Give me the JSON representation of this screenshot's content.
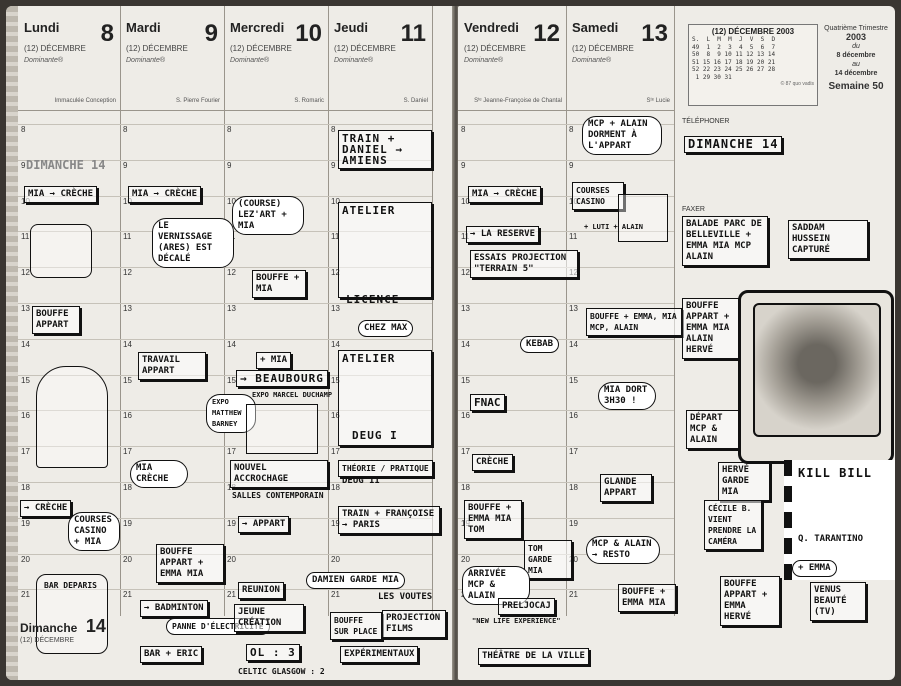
{
  "left_days": [
    {
      "name": "Lundi",
      "num": "8",
      "month": "(12) DÉCEMBRE",
      "dominante": "Dominante®",
      "saint": "Immaculée Conception"
    },
    {
      "name": "Mardi",
      "num": "9",
      "month": "(12) DÉCEMBRE",
      "dominante": "Dominante®",
      "saint": "S. Pierre Fourier"
    },
    {
      "name": "Mercredi",
      "num": "10",
      "month": "(12) DÉCEMBRE",
      "dominante": "Dominante®",
      "saint": "S. Romaric"
    },
    {
      "name": "Jeudi",
      "num": "11",
      "month": "(12) DÉCEMBRE",
      "dominante": "Dominante®",
      "saint": "S. Daniel"
    }
  ],
  "right_days": [
    {
      "name": "Vendredi",
      "num": "12",
      "month": "(12) DÉCEMBRE",
      "dominante": "Dominante®",
      "saint": "Sᵗᵉ Jeanne-Françoise de Chantal"
    },
    {
      "name": "Samedi",
      "num": "13",
      "month": "(12) DÉCEMBRE",
      "dominante": "Dominante®",
      "saint": "Sᵗᵉ Lucie"
    }
  ],
  "hours": [
    "8",
    "9",
    "10",
    "11",
    "12",
    "13",
    "14",
    "15",
    "16",
    "17",
    "18",
    "19",
    "20",
    "21"
  ],
  "dimanche_footer": {
    "name": "Dimanche",
    "num": "14",
    "month": "(12) DÉCEMBRE"
  },
  "mini_calendar": {
    "title": "(12) DÉCEMBRE 2003",
    "rows": [
      "S.  L  M  M  J  V  S  D",
      "49  1  2  3  4  5  6  7",
      "50  8  9 10 11 12 13 14",
      "51 15 16 17 18 19 20 21",
      "52 22 23 24 25 26 27 28",
      " 1 29 30 31"
    ],
    "copyright": "© 87 quo vadis"
  },
  "quarter": {
    "label": "Quatrième Trimestre",
    "year": "2003",
    "du": "du",
    "from": "8 décembre",
    "au": "au",
    "to": "14 décembre",
    "week": "Semaine 50"
  },
  "telephoner": "TÉLÉPHONER",
  "faxer": "FAXER",
  "notes": {
    "mon": [
      "MIA → CRÈCHE",
      "BOUFFE APPART",
      "→ CRÈCHE",
      "COURSES CASINO + MIA",
      "BAR DEPARIS",
      "DIMANCHE 14"
    ],
    "tue": [
      "MIA → CRÈCHE",
      "LE VERNISSAGE (ARES) EST DÉCALÉ",
      "TRAVAIL APPART",
      "MIA CRÈCHE",
      "BOUFFE APPART + EMMA MIA",
      "→ BADMINTON",
      "PANNE D'ÉLECTRICITÉ",
      "BAR + ERIC"
    ],
    "wed": [
      "(COURSE) LEZ'ART + MIA",
      "BOUFFE + MIA",
      "+ MIA",
      "→ BEAUBOURG",
      "EXPO MATTHEW BARNEY",
      "EXPO MARCEL DUCHAMP",
      "NOUVEL ACCROCHAGE",
      "SALLES CONTEMPORAIN",
      "→ APPART",
      "REUNION",
      "JEUNE CRÉATION",
      "OL : 3",
      "CELTIC GLASGOW : 2"
    ],
    "thu": [
      "TRAIN + DANIEL → AMIENS",
      "ATELIER",
      "LICENCE",
      "CHEZ MAX",
      "ATELIER",
      "DEUG I",
      "THÉORIE / PRATIQUE",
      "DEUG II",
      "TRAIN + FRANÇOISE → PARIS",
      "DAMIEN GARDE MIA",
      "LES VOUTES",
      "BOUFFE SUR PLACE",
      "PROJECTION FILMS",
      "EXPÉRIMENTAUX"
    ],
    "fri": [
      "MIA → CRÈCHE",
      "→ LA RESERVE",
      "ESSAIS PROJECTION \"TERRAIN 5\"",
      "KEBAB",
      "FNAC",
      "CRÈCHE",
      "BOUFFE + EMMA MIA TOM",
      "TOM GARDE MIA",
      "ARRIVÉE MCP & ALAIN",
      "PRELJOCAJ",
      "\"NEW LIFE EXPERIENCE\"",
      "THÉÂTRE DE LA VILLE"
    ],
    "sat": [
      "MCP + ALAIN DORMENT À L'APPART",
      "COURSES CASINO",
      "+ LUTI + ALAIN",
      "BOUFFE + EMMA, MIA MCP, ALAIN",
      "MIA DORT 3H30 !",
      "GLANDE APPART",
      "MCP & ALAIN → RESTO",
      "BOUFFE + EMMA MIA"
    ],
    "sun": [
      "DIMANCHE 14",
      "BALADE PARC DE BELLEVILLE + EMMA MIA MCP ALAIN",
      "SADDAM HUSSEIN CAPTURÉ",
      "BOUFFE APPART + EMMA MIA ALAIN HERVÉ",
      "DÉPART MCP & ALAIN",
      "HERVÉ GARDE MIA",
      "CÉCILE B. VIENT PRENDRE LA CAMÉRA",
      "KILL BILL",
      "Q. TARANTINO",
      "+ EMMA",
      "BOUFFE APPART + EMMA HERVÉ",
      "VENUS BEAUTÉ (TV)"
    ]
  },
  "colors": {
    "paper": "#eeece7",
    "ink": "#111111",
    "rule": "#c6c2b9",
    "desk": "#3a3632"
  }
}
